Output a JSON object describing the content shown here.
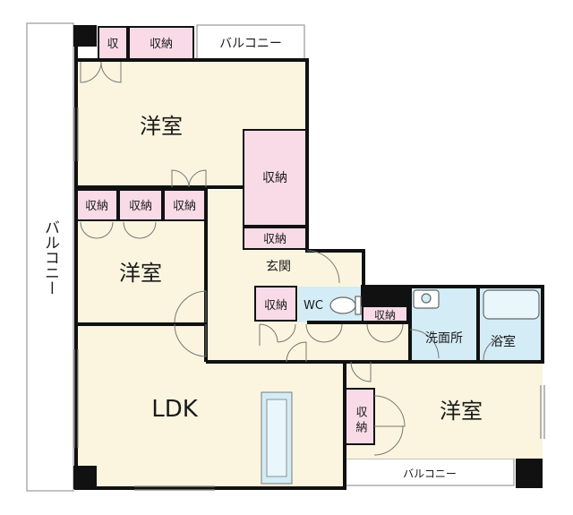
{
  "rooms": {
    "western_top": "洋室",
    "western_mid": "洋室",
    "western_right": "洋室",
    "ldk": "LDK",
    "entrance": "玄関",
    "wc": "WC",
    "washroom": "洗面所",
    "bath": "浴室"
  },
  "storage": {
    "s_top_small": "収",
    "s_top_1": "収納",
    "s_right_tall": "収納",
    "s_right_small": "収納",
    "s_mid_1": "収納",
    "s_mid_2": "収納",
    "s_mid_3": "収納",
    "s_hall_1": "収納",
    "s_hall_2": "収納",
    "s_ldk_right": "収納"
  },
  "balconies": {
    "top": "バルコニー",
    "left": "バルコニー",
    "bottom": "バルコニー"
  },
  "colors": {
    "room": "#fbf5df",
    "storage": "#f8dbe7",
    "wet": "#d3ecf6",
    "wall": "#111111"
  }
}
